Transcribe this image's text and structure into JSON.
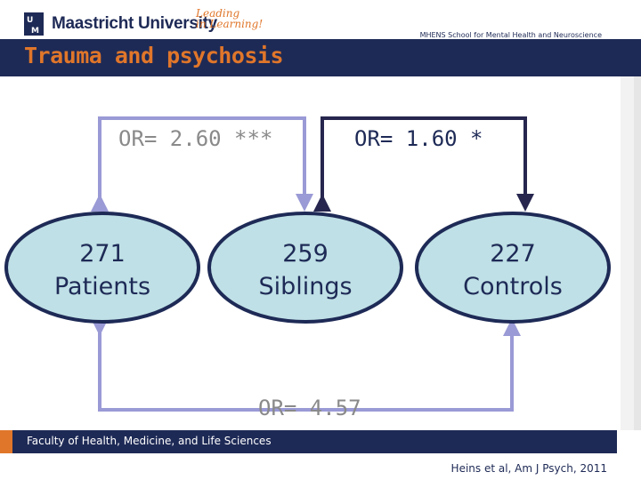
{
  "header": {
    "logo_text": "Maastricht University",
    "slogan_line1": "Leading",
    "slogan_line2": "in Learning!",
    "school": "MHENS School for Mental Health and Neuroscience"
  },
  "title": "Trauma and psychosis",
  "diagram": {
    "nodes": [
      {
        "label": "271\nPatients"
      },
      {
        "label": "259\nSiblings"
      },
      {
        "label": "227\nControls"
      }
    ],
    "odds_ratios": [
      {
        "label": "OR= 2.60 ***",
        "between": "Patients-Siblings"
      },
      {
        "label": "OR= 1.60 *",
        "between": "Siblings-Controls"
      },
      {
        "label": "OR= 4.57",
        "between": "Patients-Controls"
      }
    ]
  },
  "footer": {
    "faculty": "Faculty of Health, Medicine, and Life Sciences",
    "citation": "Heins et al, Am J Psych, 2011"
  },
  "colors": {
    "navy": "#1e2a56",
    "orange": "#e0762a",
    "ellipse_fill": "#bfe0e6",
    "light_arrow": "#9a9ad6",
    "dark_arrow": "#26264f",
    "or_text": "#8a8a8a"
  }
}
